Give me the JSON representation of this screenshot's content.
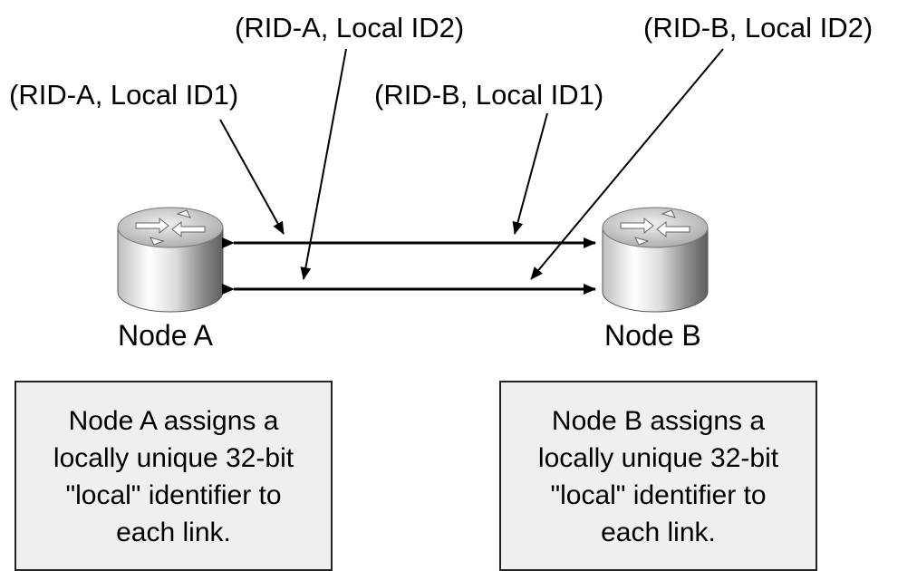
{
  "labels": {
    "rid_a_local_id2": "(RID-A, Local ID2)",
    "rid_b_local_id2": "(RID-B, Local ID2)",
    "rid_a_local_id1": "(RID-A, Local ID1)",
    "rid_b_local_id1": "(RID-B, Local ID1)"
  },
  "nodes": {
    "a": {
      "name": "Node A"
    },
    "b": {
      "name": "Node B"
    }
  },
  "notes": {
    "a": {
      "lines": [
        "Node A assigns a",
        "locally unique 32-bit",
        "\"local\" identifier to",
        "each link."
      ]
    },
    "b": {
      "lines": [
        "Node B assigns a",
        "locally unique 32-bit",
        "\"local\" identifier to",
        "each link."
      ]
    }
  },
  "colors": {
    "line": "#000000",
    "note_fill": "#efefef",
    "router_top": "#d8d8d8",
    "router_side_light": "#f4f4f4",
    "router_side_dark": "#6a6a6a"
  }
}
